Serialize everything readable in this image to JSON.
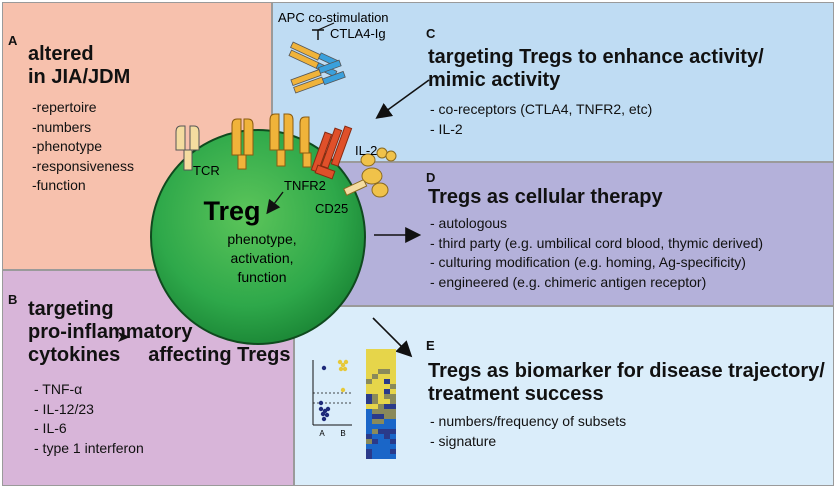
{
  "panels": {
    "A": {
      "letter": "A",
      "title_lines": [
        "altered",
        "in JIA/JDM"
      ],
      "items": [
        "-repertoire",
        "-numbers",
        "-phenotype",
        "-responsiveness",
        "-function"
      ]
    },
    "B": {
      "letter": "B",
      "title_lines": [
        "targeting",
        "pro-inflammatory",
        "cytokines",
        "affecting Tregs"
      ],
      "items": [
        "- TNF-α",
        "- IL-12/23",
        "- IL-6",
        "- type 1 interferon"
      ]
    },
    "C": {
      "letter": "C",
      "title_lines": [
        "targeting Tregs to enhance activity/",
        "mimic activity"
      ],
      "items": [
        "- co-receptors (CTLA4, TNFR2, etc)",
        "- IL-2"
      ]
    },
    "D": {
      "letter": "D",
      "title": "Tregs as cellular therapy",
      "items": [
        "- autologous",
        "- third party (e.g. umbilical cord blood, thymic derived)",
        "- culturing modification (e.g. homing, Ag-specificity)",
        "- engineered (e.g. chimeric antigen receptor)"
      ]
    },
    "E": {
      "letter": "E",
      "title_lines": [
        "Tregs as biomarker  for disease trajectory/",
        "treatment success"
      ],
      "items": [
        "- numbers/frequency of subsets",
        "- signature"
      ]
    }
  },
  "cell": {
    "title": "Treg",
    "lines": [
      "phenotype,",
      "activation,",
      "function"
    ]
  },
  "receptors": {
    "tcr": "TCR",
    "tnfr2": "TNFR2",
    "cd25": "CD25",
    "il2": "IL-2",
    "apc": "APC co-stimulation",
    "ctla4ig": "CTLA4-Ig"
  },
  "mini_plot": {
    "x_labels": [
      "A",
      "B"
    ]
  },
  "colors": {
    "panel_A": "#f7c1ad",
    "panel_B": "#d8b5d9",
    "panel_C": "#bfdcf3",
    "panel_D": "#b4b1da",
    "panel_E": "#daedfa",
    "cell_green": "#2ea84a",
    "receptor_orange": "#f0b33a",
    "tnfr2_red": "#e0502a",
    "ctla4_blue": "#3aa0dc"
  }
}
